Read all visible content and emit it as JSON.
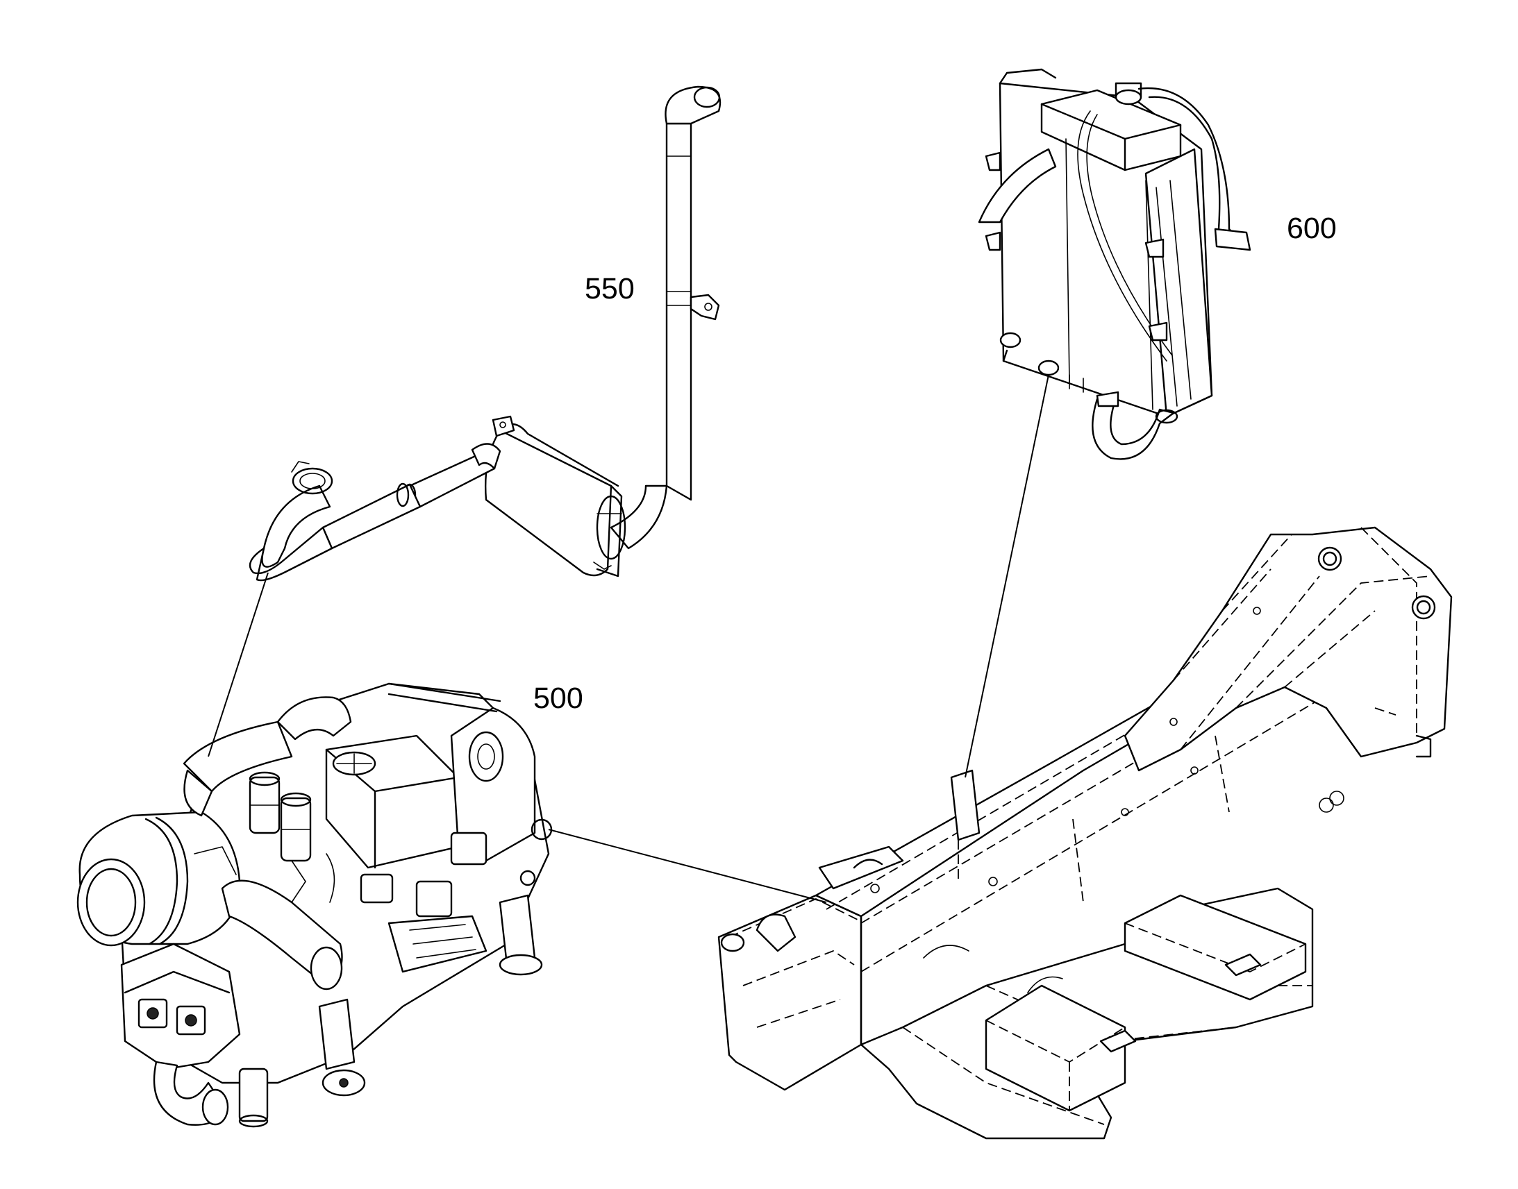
{
  "callouts": {
    "engine": "500",
    "exhaust": "550",
    "radiator": "600"
  },
  "colors": {
    "line": "#000000",
    "background": "#ffffff"
  }
}
